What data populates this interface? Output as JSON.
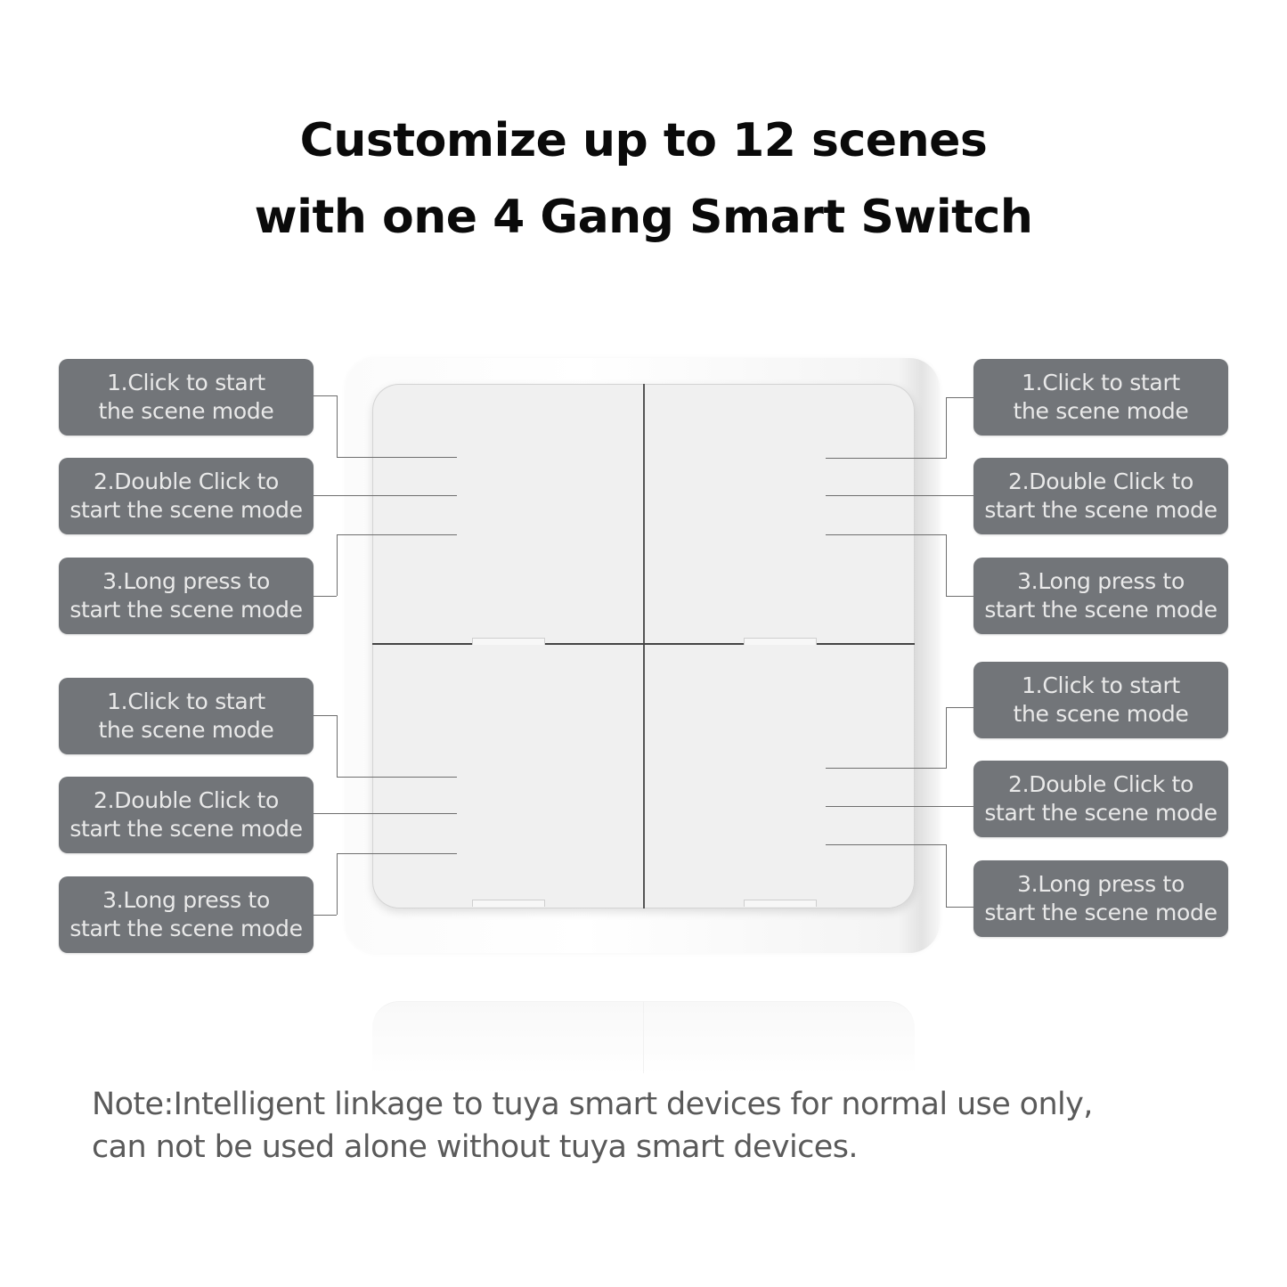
{
  "title": {
    "line1": "Customize up to 12 scenes",
    "line2": "with one 4 Gang Smart Switch"
  },
  "device": {
    "name": "4 Gang Smart Switch",
    "gangs": 4,
    "colors": {
      "panel": "#f0f0f0",
      "label_bg": "#727579",
      "label_text": "#e9e9e9",
      "connector": "#6e6e6e"
    }
  },
  "callouts": {
    "top_left": [
      {
        "line1": "1.Click to start",
        "line2": "the scene mode"
      },
      {
        "line1": "2.Double Click to",
        "line2": "start the scene mode"
      },
      {
        "line1": "3.Long press to",
        "line2": "start the scene mode"
      }
    ],
    "bottom_left": [
      {
        "line1": "1.Click to start",
        "line2": "the scene mode"
      },
      {
        "line1": "2.Double Click to",
        "line2": "start the scene mode"
      },
      {
        "line1": "3.Long press to",
        "line2": "start the scene mode"
      }
    ],
    "top_right": [
      {
        "line1": "1.Click to start",
        "line2": "the scene mode"
      },
      {
        "line1": "2.Double Click to",
        "line2": "start the scene mode"
      },
      {
        "line1": "3.Long press to",
        "line2": "start the scene mode"
      }
    ],
    "bottom_right": [
      {
        "line1": "1.Click to start",
        "line2": "the scene mode"
      },
      {
        "line1": "2.Double Click to",
        "line2": "start the scene mode"
      },
      {
        "line1": "3.Long press to",
        "line2": "start the scene mode"
      }
    ]
  },
  "note": {
    "line1": "Note:Intelligent linkage to tuya smart devices for normal use only,",
    "line2": "can not be used alone without tuya smart devices."
  }
}
